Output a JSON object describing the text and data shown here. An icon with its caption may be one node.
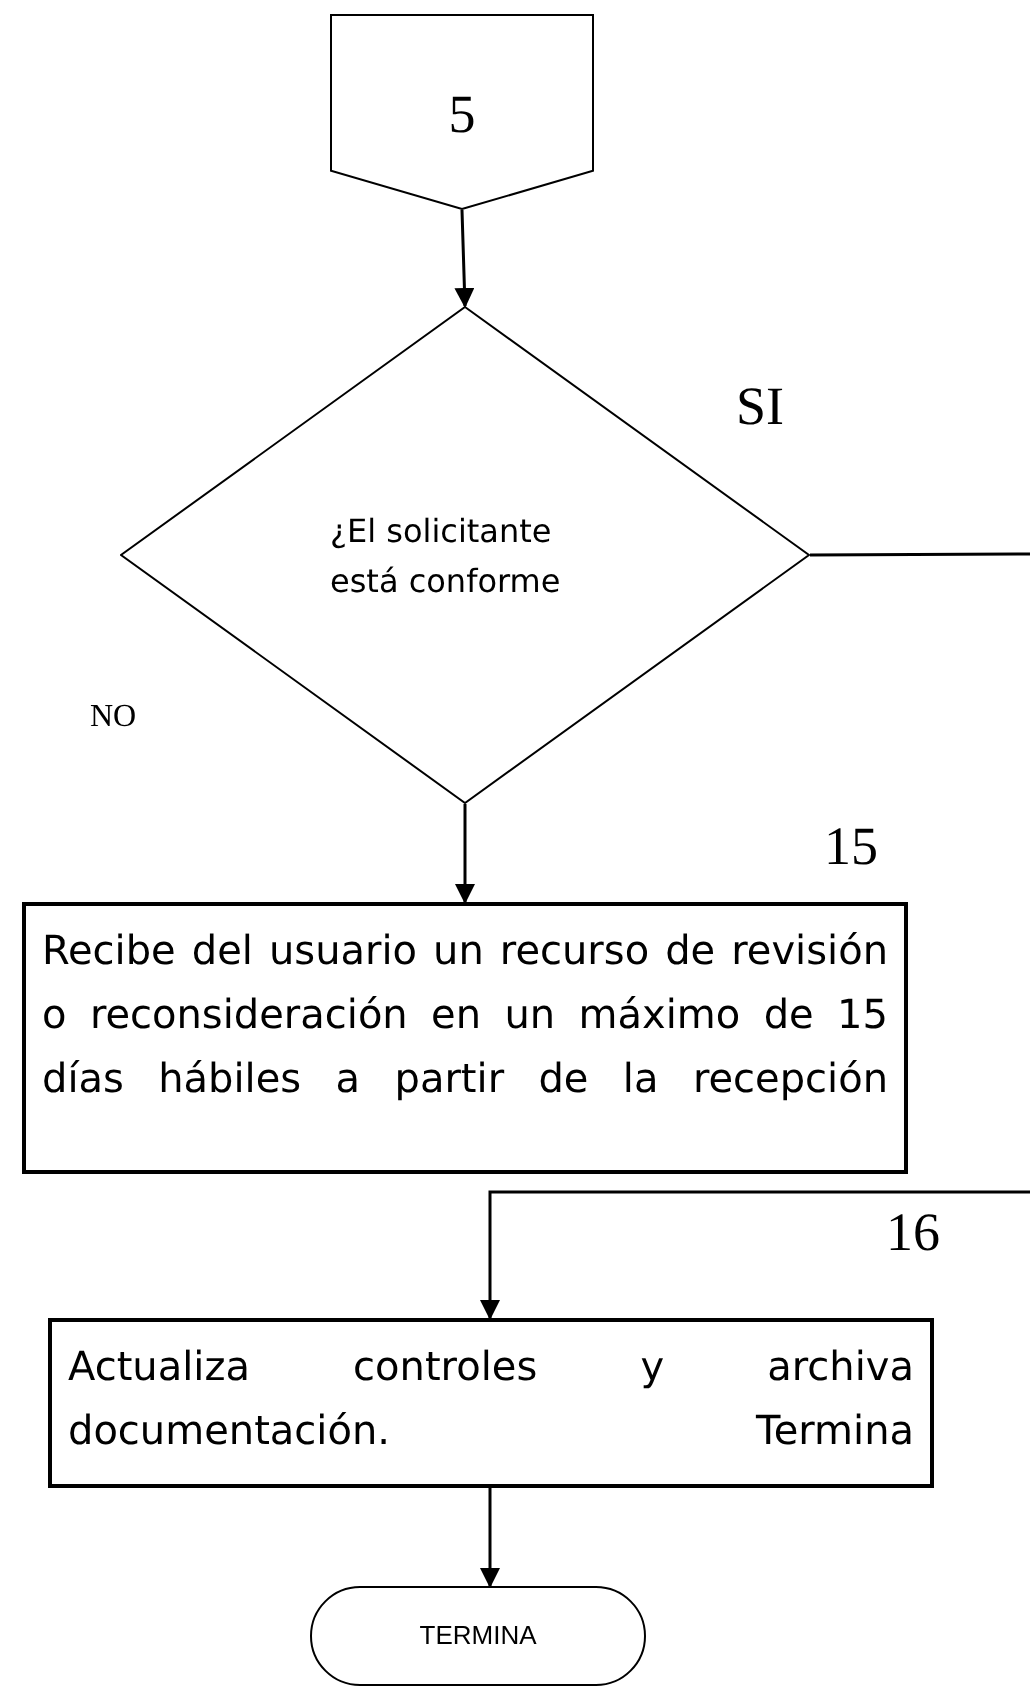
{
  "diagram": {
    "nodes": [
      {
        "text": [
          "5"
        ]
      },
      {
        "text": [
          "¿El solicitante está conforme"
        ]
      },
      {
        "text": [
          "Recibe del usuario un recurso de revisión o reconsideración en un máximo de 15 días hábiles a partir de la recepción"
        ],
        "beside": [
          "15"
        ]
      },
      {
        "text": [
          "Actualiza controles y archiva documentación. Termina"
        ],
        "beside": [
          "16"
        ]
      },
      {
        "text": [
          "TERMINA"
        ]
      }
    ],
    "edges": [
      {
        "from": 0,
        "to": 1,
        "arrow": "to"
      },
      {
        "from": 1,
        "to": null,
        "arrow": "none"
      },
      {
        "from": 1,
        "to": 2,
        "arrow": "to"
      },
      {
        "from": null,
        "to": 3,
        "arrow": "to"
      },
      {
        "from": 3,
        "to": 4,
        "arrow": "to"
      }
    ],
    "labels": [
      "SI",
      "NO"
    ]
  }
}
